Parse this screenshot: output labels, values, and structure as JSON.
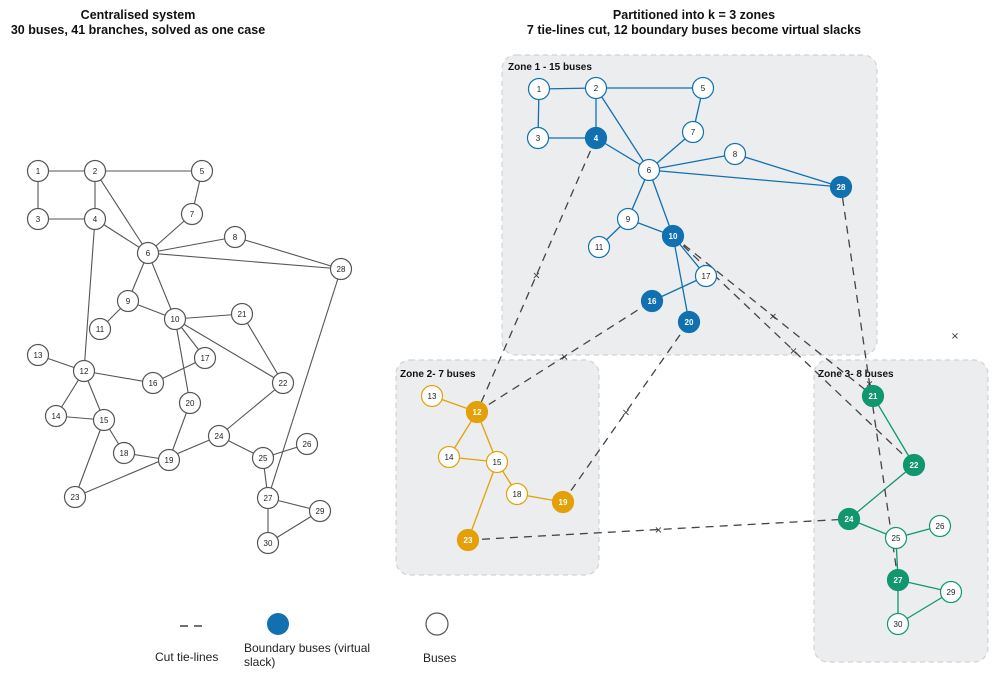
{
  "left_title": {
    "line1": "Centralised system",
    "line2": "30 buses, 41 branches, solved as one case"
  },
  "right_title": {
    "line1": "Partitioned into k = 3 zones",
    "line2": "7 tie-lines cut, 12 boundary buses become virtual slacks"
  },
  "zones": [
    {
      "id": "z1",
      "label": "Zone 1 - 15 buses",
      "color": "#1070b0"
    },
    {
      "id": "z2",
      "label": "Zone 2- 7 buses",
      "color": "#e3a008"
    },
    {
      "id": "z3",
      "label": "Zone 3-  8 buses",
      "color": "#10976e"
    }
  ],
  "legend": {
    "cut": "Cut tie-lines",
    "boundary": "Boundary buses (virtual slack)",
    "buses": "Buses"
  },
  "colors": {
    "neutral": "#555555",
    "zone_bg": "#ecedef",
    "cut": "#444444"
  },
  "buses": [
    "1",
    "2",
    "3",
    "4",
    "5",
    "6",
    "7",
    "8",
    "9",
    "10",
    "11",
    "12",
    "13",
    "14",
    "15",
    "16",
    "17",
    "18",
    "19",
    "20",
    "21",
    "22",
    "23",
    "24",
    "25",
    "26",
    "27",
    "28",
    "29",
    "30"
  ],
  "branches": [
    [
      "1",
      "2"
    ],
    [
      "1",
      "3"
    ],
    [
      "3",
      "4"
    ],
    [
      "2",
      "4"
    ],
    [
      "2",
      "5"
    ],
    [
      "2",
      "6"
    ],
    [
      "4",
      "6"
    ],
    [
      "5",
      "7"
    ],
    [
      "6",
      "7"
    ],
    [
      "6",
      "8"
    ],
    [
      "6",
      "28"
    ],
    [
      "8",
      "28"
    ],
    [
      "6",
      "9"
    ],
    [
      "6",
      "10"
    ],
    [
      "9",
      "11"
    ],
    [
      "9",
      "10"
    ],
    [
      "10",
      "20"
    ],
    [
      "10",
      "17"
    ],
    [
      "10",
      "21"
    ],
    [
      "10",
      "22"
    ],
    [
      "16",
      "17"
    ],
    [
      "4",
      "12"
    ],
    [
      "12",
      "13"
    ],
    [
      "12",
      "14"
    ],
    [
      "12",
      "15"
    ],
    [
      "12",
      "16"
    ],
    [
      "14",
      "15"
    ],
    [
      "15",
      "18"
    ],
    [
      "15",
      "23"
    ],
    [
      "18",
      "19"
    ],
    [
      "19",
      "20"
    ],
    [
      "21",
      "22"
    ],
    [
      "22",
      "24"
    ],
    [
      "23",
      "24"
    ],
    [
      "24",
      "25"
    ],
    [
      "25",
      "26"
    ],
    [
      "25",
      "27"
    ],
    [
      "27",
      "28"
    ],
    [
      "27",
      "29"
    ],
    [
      "27",
      "30"
    ],
    [
      "29",
      "30"
    ]
  ],
  "zone_membership": {
    "z1": [
      "1",
      "2",
      "3",
      "4",
      "5",
      "6",
      "7",
      "8",
      "9",
      "10",
      "11",
      "16",
      "17",
      "20",
      "28"
    ],
    "z2": [
      "12",
      "13",
      "14",
      "15",
      "18",
      "19",
      "23"
    ],
    "z3": [
      "21",
      "22",
      "24",
      "25",
      "26",
      "27",
      "29",
      "30"
    ]
  },
  "boundary_buses": [
    "4",
    "10",
    "16",
    "20",
    "28",
    "12",
    "19",
    "23",
    "21",
    "22",
    "24",
    "27"
  ],
  "cut_tie_lines": [
    [
      "4",
      "12"
    ],
    [
      "12",
      "16"
    ],
    [
      "19",
      "20"
    ],
    [
      "10",
      "21"
    ],
    [
      "10",
      "22"
    ],
    [
      "23",
      "24"
    ],
    [
      "27",
      "28"
    ]
  ]
}
